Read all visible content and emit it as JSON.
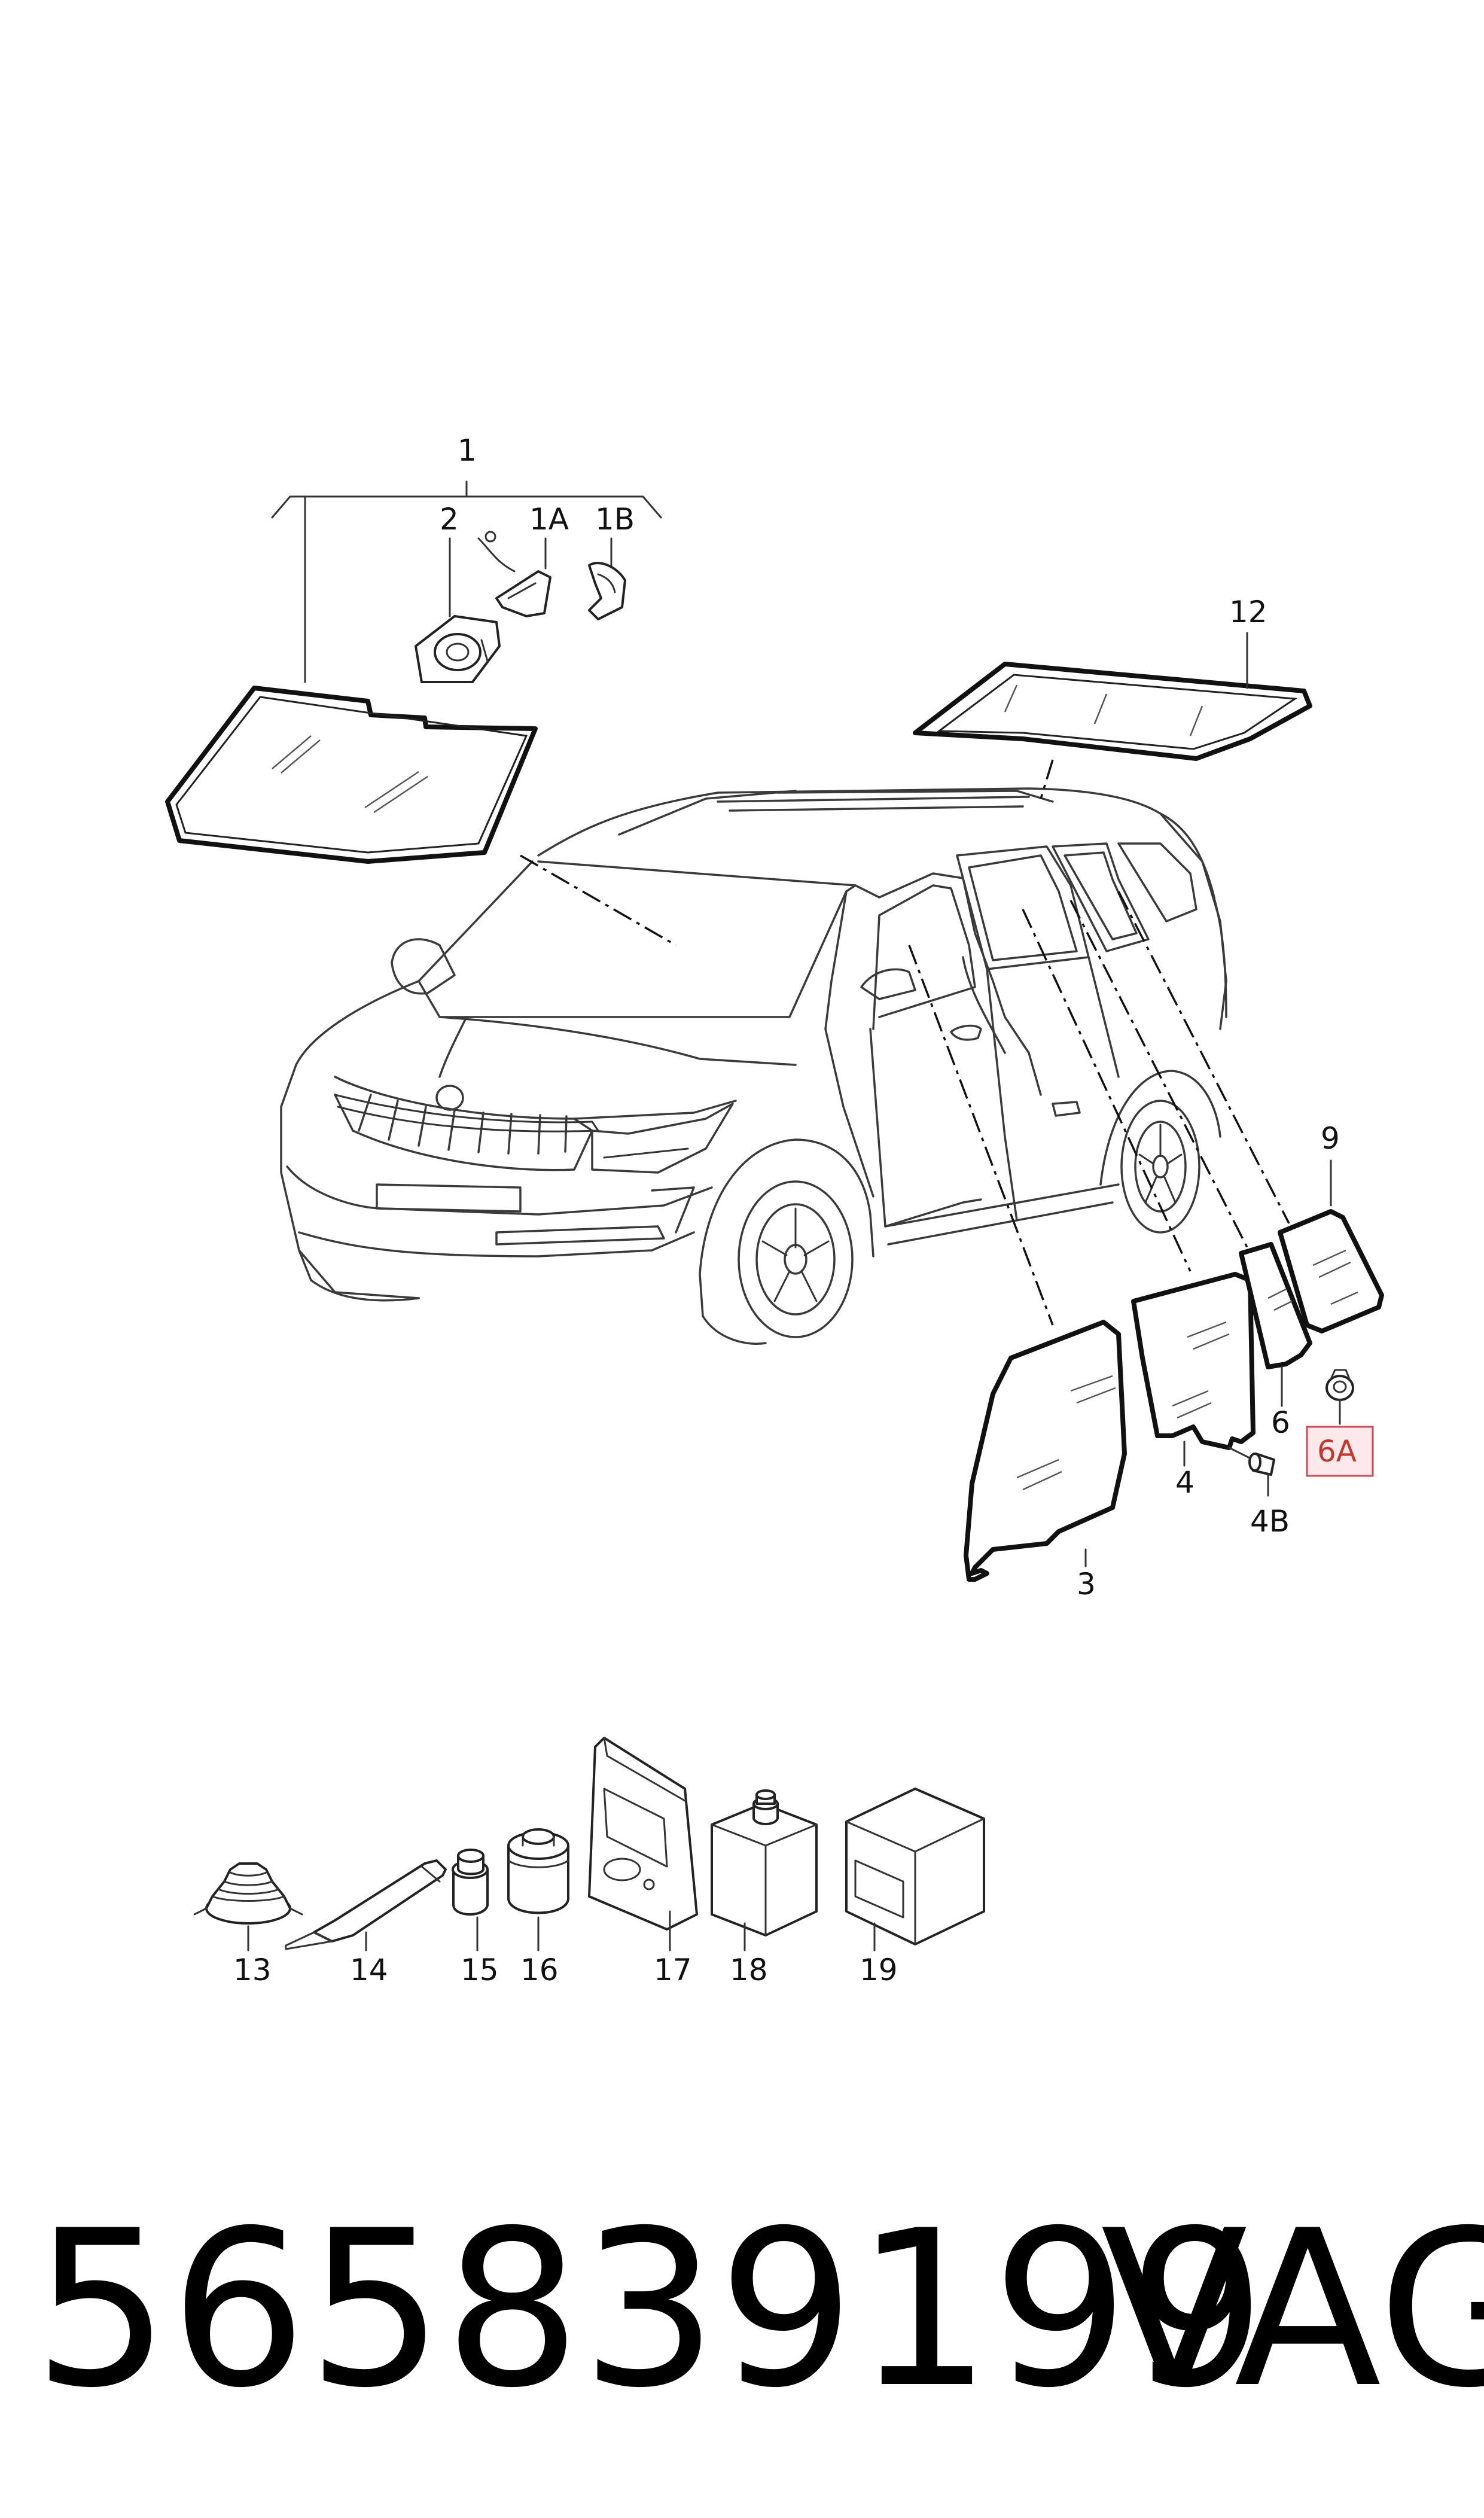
{
  "part_number": "565839199",
  "brand": "VAG",
  "callouts": {
    "c1": "1",
    "c1A": "1A",
    "c1B": "1B",
    "c2": "2",
    "c3": "3",
    "c4": "4",
    "c4B": "4B",
    "c6": "6",
    "c6A": "6A",
    "c9": "9",
    "c12": "12",
    "c13": "13",
    "c14": "14",
    "c15": "15",
    "c16": "16",
    "c17": "17",
    "c18": "18",
    "c19": "19"
  },
  "highlight_color": "#d04b5a",
  "highlight_fill": "#fde9ec"
}
